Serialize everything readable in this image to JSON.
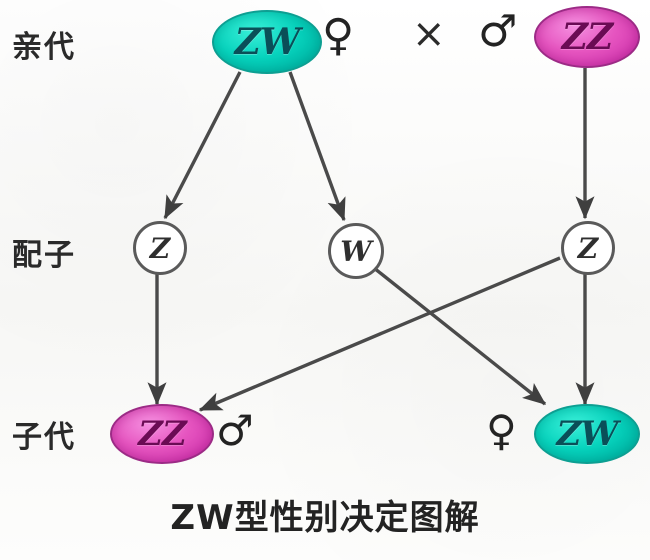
{
  "caption": "ZW型性别决定图解",
  "rows": [
    {
      "label": "亲代",
      "name": "parental-generation"
    },
    {
      "label": "配子",
      "name": "gametes"
    },
    {
      "label": "子代",
      "name": "offspring-generation"
    }
  ],
  "colors": {
    "female_oval": "#06d0ba",
    "male_oval": "#e24fbe",
    "female_oval_text": "#0a4f58",
    "male_oval_text": "#6a0b54",
    "gamete_fill": "#ffffff",
    "gamete_stroke": "#5a5a5a",
    "arrow": "#4a4a4a",
    "text": "#232323",
    "background": "#fbfbfa"
  },
  "parents": {
    "mother": {
      "genotype": "ZW",
      "sex_symbol": "♀",
      "sex": "female"
    },
    "cross_symbol": "×",
    "father": {
      "genotype": "ZZ",
      "sex_symbol": "♂",
      "sex": "male"
    }
  },
  "gametes": [
    {
      "allele": "Z",
      "from": "mother"
    },
    {
      "allele": "W",
      "from": "mother"
    },
    {
      "allele": "Z",
      "from": "father"
    }
  ],
  "offspring": {
    "male": {
      "genotype": "ZZ",
      "sex_symbol": "♂",
      "sex": "male"
    },
    "female": {
      "genotype": "ZW",
      "sex_symbol": "♀",
      "sex": "female"
    }
  }
}
